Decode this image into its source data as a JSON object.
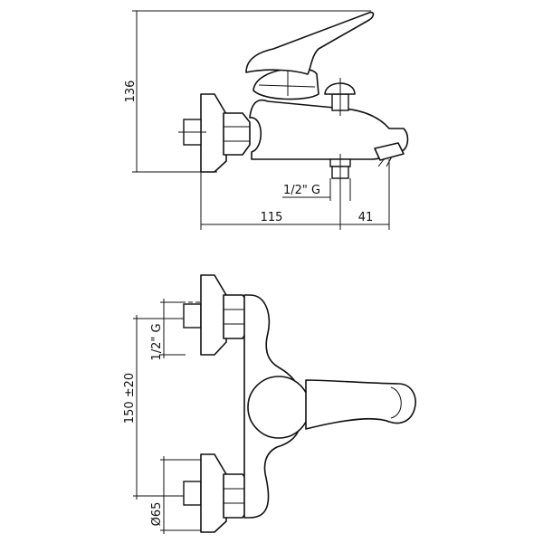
{
  "side_view": {
    "height_label": "136",
    "thread_label": "1/2\" G",
    "width_label_left": "115",
    "width_label_right": "41"
  },
  "front_view": {
    "thread_label": "1/2\" G",
    "center_distance_label": "150 ±20",
    "diameter_label": "Ø65"
  }
}
